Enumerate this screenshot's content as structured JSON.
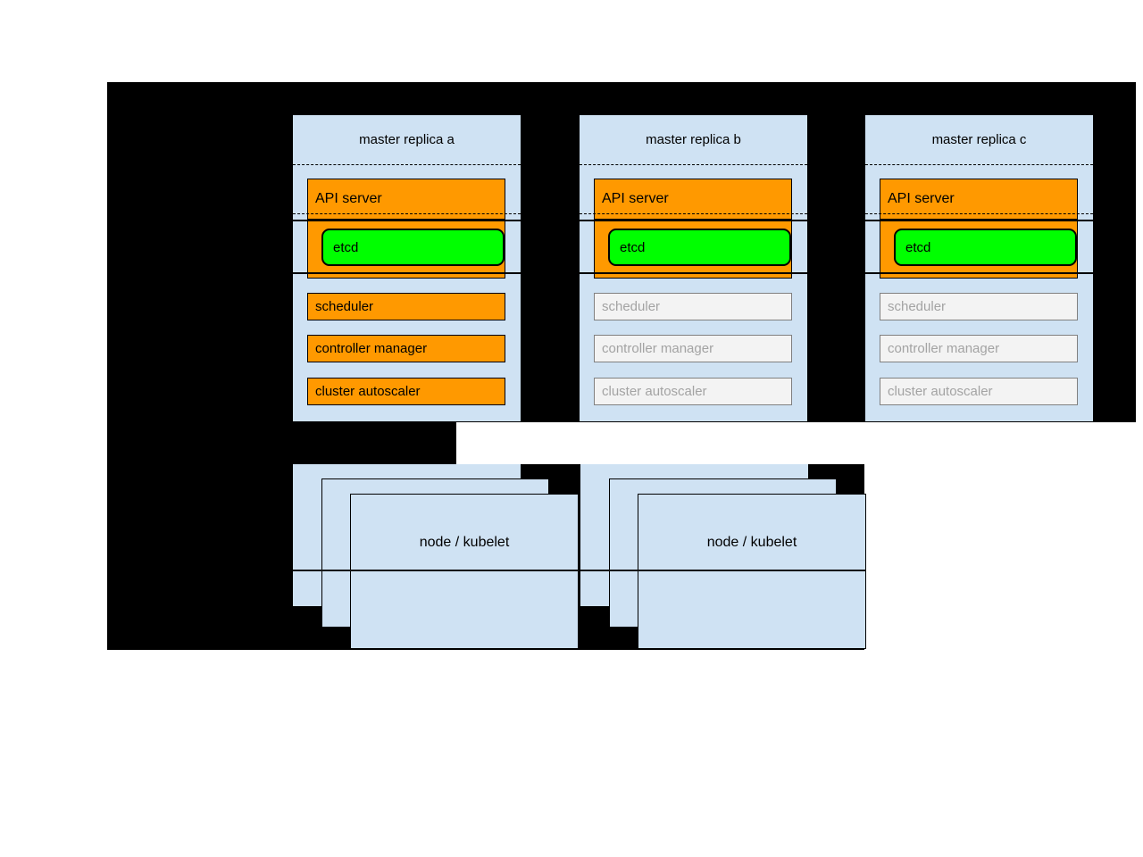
{
  "diagram": {
    "description": "Kubernetes high-availability masters diagram",
    "replicas": [
      {
        "title": "master replica a",
        "api_server": "API server",
        "etcd": "etcd",
        "scheduler": "scheduler",
        "controller_manager": "controller manager",
        "cluster_autoscaler": "cluster autoscaler",
        "state": "active"
      },
      {
        "title": "master replica b",
        "api_server": "API server",
        "etcd": "etcd",
        "scheduler": "scheduler",
        "controller_manager": "controller manager",
        "cluster_autoscaler": "cluster autoscaler",
        "state": "standby"
      },
      {
        "title": "master replica c",
        "api_server": "API server",
        "etcd": "etcd",
        "scheduler": "scheduler",
        "controller_manager": "controller manager",
        "cluster_autoscaler": "cluster autoscaler",
        "state": "standby"
      }
    ],
    "node_groups": [
      {
        "label": "node / kubelet"
      },
      {
        "label": "node / kubelet"
      }
    ],
    "colors": {
      "canvas_black": "#000000",
      "page_white": "#ffffff",
      "box_light_blue": "#cfe2f3",
      "active_orange": "#ff9900",
      "etcd_green": "#00ff00",
      "inactive_fill": "#f3f3f3",
      "inactive_border": "#808080",
      "inactive_text": "#a3a3a3"
    }
  }
}
